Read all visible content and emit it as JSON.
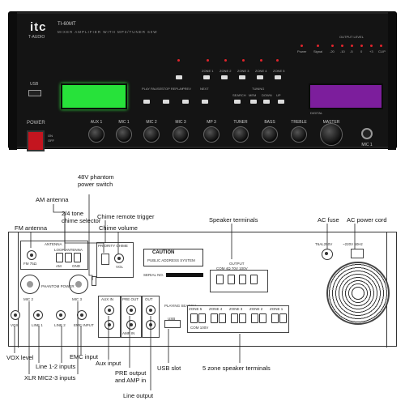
{
  "front_panel": {
    "brand": "itc",
    "brand_sub": "T-AUDIO",
    "model": "TI-60MT",
    "tagline": "MIXER AMPLIFIER WITH MP3/TUNER 60W",
    "usb_label": "USB",
    "power_label": "POWER",
    "on_label": "ON",
    "off_label": "OFF",
    "knob_labels": [
      "AUX 1",
      "MIC 1",
      "MIC 2",
      "MIC 3",
      "MP 3",
      "TUNER",
      "BASS",
      "TREBLE",
      "MASTER"
    ],
    "mic1_jack_label": "MIC 1",
    "output_level_label": "OUTPUT LEVEL",
    "zone_labels": [
      "ZONE 1",
      "ZONE 2",
      "ZONE 3",
      "ZONE 4",
      "ZONE 5"
    ],
    "mp3_buttons": [
      "PLAY PAUSE",
      "STOP REPLAY",
      "PREV",
      "NEXT"
    ],
    "tuner_label": "TUNING",
    "tuner_buttons": [
      "SEARCH",
      "MEM",
      "DOWN",
      "UP"
    ],
    "display_mode": "DIGITAL",
    "power_led_label": "Power",
    "signal_led_label": "Signal",
    "level_marks": [
      "-20",
      "-10",
      "-5",
      "0",
      "+3",
      "CLIP"
    ],
    "lcd_green_color": "#27e23a",
    "lcd_purple_color": "#7c1e9c",
    "power_switch_color": "#c4151f"
  },
  "rear_panel": {
    "antenna_label": "ANTENNA",
    "fm_label": "FM 75Ω",
    "loop_antenna_label": "LOOP ANTENNA",
    "antenna_am_label": "AM",
    "antenna_gnd_label": "GND",
    "mic2_label": "MIC 2",
    "mic3_label": "MIC 3",
    "phantom_label": "PHANTOM POWER",
    "chime_label": "PRIORITY CHIME",
    "chime_vol_label": "VOL",
    "caution_title": "CAUTION",
    "serial_label": "SERIAL NO.",
    "product_label": "PUBLIC ADDRESS SYSTEM",
    "output_label": "OUTPUT",
    "output_terms": "COM 4Ω 70V 100V",
    "fuse_label": "T6AL250V",
    "ac_label": "~220V 50Hz",
    "line1_label": "LINE 1",
    "line2_label": "LINE 2",
    "emc_label": "EMC INPUT",
    "aux_label": "AUX IN",
    "pre_label": "PRE OUT",
    "amp_label": "AMP IN",
    "line_out_label": "OUT",
    "playing_label": "PLAYING SEARCH",
    "usb_label": "USB",
    "zone_labels": [
      "ZONE 5",
      "ZONE 4",
      "ZONE 3",
      "ZONE 2",
      "ZONE 1"
    ],
    "zone_terms": "COM 100V",
    "vox_label": "VOX"
  },
  "callouts": {
    "am_antenna": "AM antenna",
    "phantom_power": "48V phantom\npower switch",
    "fm_antenna": "FM antenna",
    "chime_selector": "2/4 tone\nchime selector",
    "chime_remote": "Chime remote trigger",
    "chime_volume": "Chime volume",
    "speaker_terminals": "Speaker terminals",
    "ac_fuse": "AC fuse",
    "ac_power_cord": "AC power cord",
    "vox_level": "VOX level",
    "line_inputs": "Line 1-2 inputs",
    "xlr_inputs": "XLR MIC2-3 inputs",
    "emc_input": "EMC input",
    "aux_input": "Aux input",
    "pre_output": "PRE output\nand AMP in",
    "usb_slot": "USB slot",
    "zone_terminals": "5 zone speaker terminals",
    "line_output": "Line output"
  }
}
